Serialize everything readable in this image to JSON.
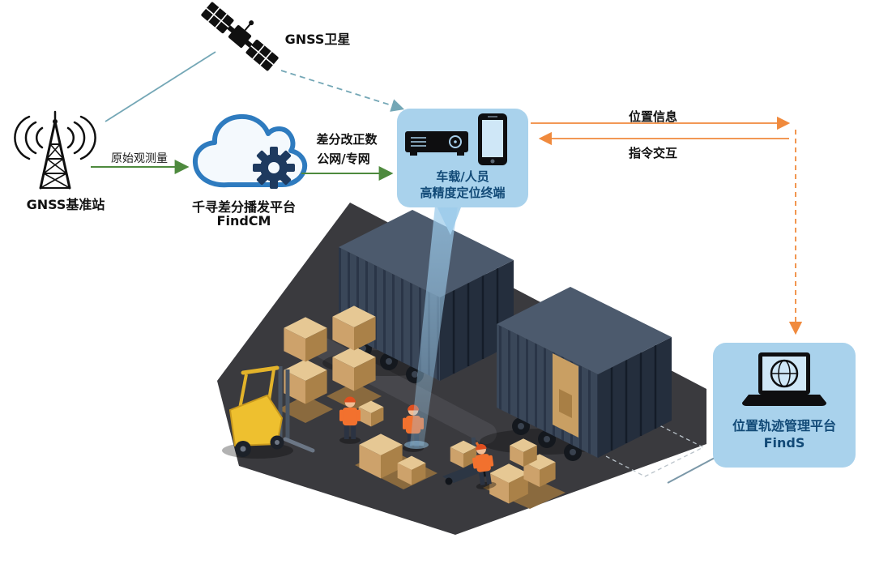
{
  "diagram": {
    "satellite": {
      "label": "GNSS卫星"
    },
    "base_station": {
      "label": "GNSS基准站"
    },
    "cloud_platform": {
      "name": "千寻差分播发平台",
      "product": "FindCM"
    },
    "terminal": {
      "line1": "车载/人员",
      "line2": "高精度定位终端"
    },
    "management_platform": {
      "name": "位置轨迹管理平台",
      "product": "FindS"
    },
    "links": {
      "raw_observation": "原始观测量",
      "correction_line1": "差分改正数",
      "correction_line2": "公网/专网",
      "position_info": "位置信息",
      "command_exchange": "指令交互"
    }
  },
  "colors": {
    "node_fill": "#a9d2ec",
    "node_text": "#124a77",
    "green_arrow": "#4e8a3e",
    "orange_arrow": "#f08a3d",
    "teal_link": "#74a7b6",
    "cloud_blue": "#2e7bbf",
    "gear_navy": "#1e3a5f",
    "container_navy": "#3a4759",
    "floor_gray": "#3a3a3e",
    "carton_tan": "#cda26b",
    "forklift_yellow": "#eec02f",
    "vest_orange": "#f2712e"
  }
}
